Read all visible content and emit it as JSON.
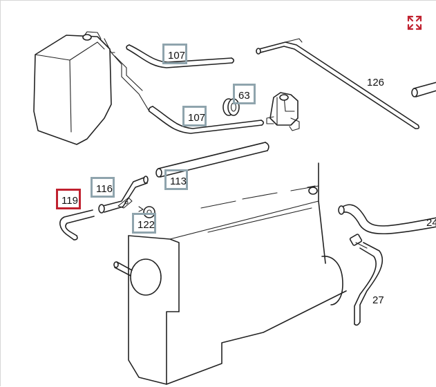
{
  "toolbar": {
    "expand_icon": "expand-arrows-icon",
    "expand_color": "#c0212f"
  },
  "callouts": [
    {
      "id": "107",
      "label": "107",
      "selected": false
    },
    {
      "id": "63",
      "label": "63",
      "selected": false
    },
    {
      "id": "107b",
      "label": "107",
      "selected": false
    },
    {
      "id": "116",
      "label": "116",
      "selected": false
    },
    {
      "id": "113",
      "label": "113",
      "selected": false
    },
    {
      "id": "119",
      "label": "119",
      "selected": true
    },
    {
      "id": "122",
      "label": "122",
      "selected": false
    }
  ],
  "labels": {
    "p126": "126",
    "p27": "27",
    "p24": "24"
  },
  "colors": {
    "callout_border": "#8fa4ad",
    "selected_border": "#c0212f",
    "line": "#222222"
  }
}
